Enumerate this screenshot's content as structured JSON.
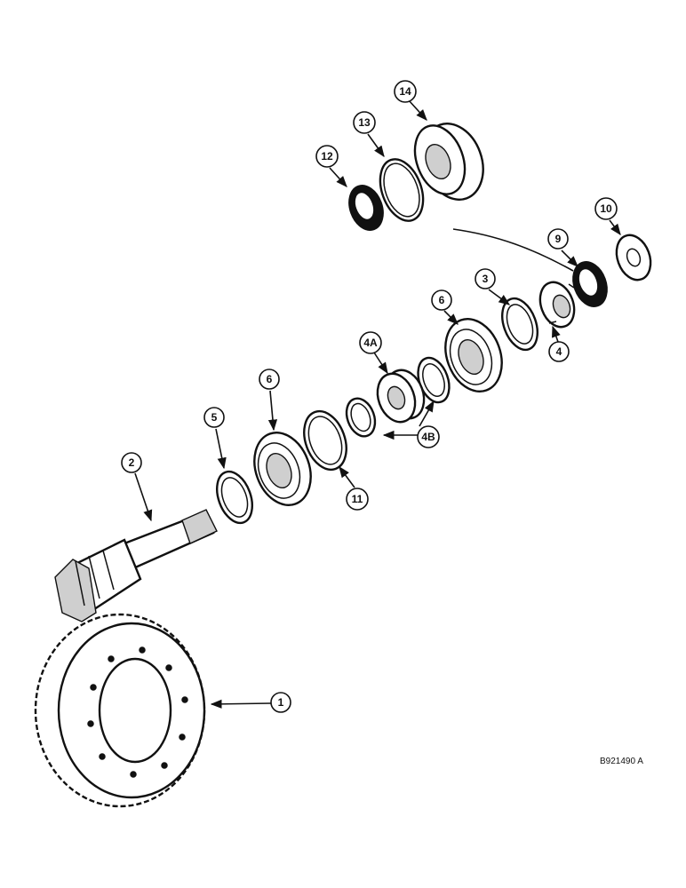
{
  "callouts": {
    "c1": "1",
    "c2": "2",
    "c3": "3",
    "c4": "4",
    "c4a": "4A",
    "c4b": "4B",
    "c5": "5",
    "c6a": "6",
    "c6b": "6",
    "c9": "9",
    "c10": "10",
    "c11": "11",
    "c12": "12",
    "c13": "13",
    "c14": "14"
  },
  "figure_code": "B921490 A"
}
